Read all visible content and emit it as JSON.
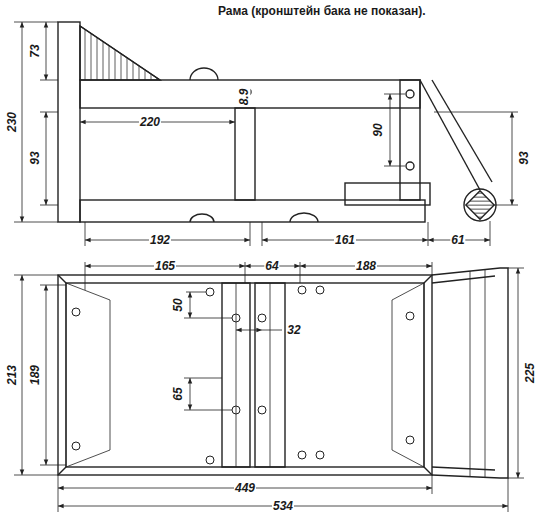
{
  "diagram": {
    "title": "Рама (кронштейн бака не показан).",
    "labels": [
      "73",
      "230",
      "93",
      "220",
      "8.9",
      "90",
      "93",
      "192",
      "161",
      "61",
      "165",
      "64",
      "188",
      "50",
      "32",
      "213",
      "189",
      "65",
      "225",
      "449",
      "534"
    ]
  }
}
